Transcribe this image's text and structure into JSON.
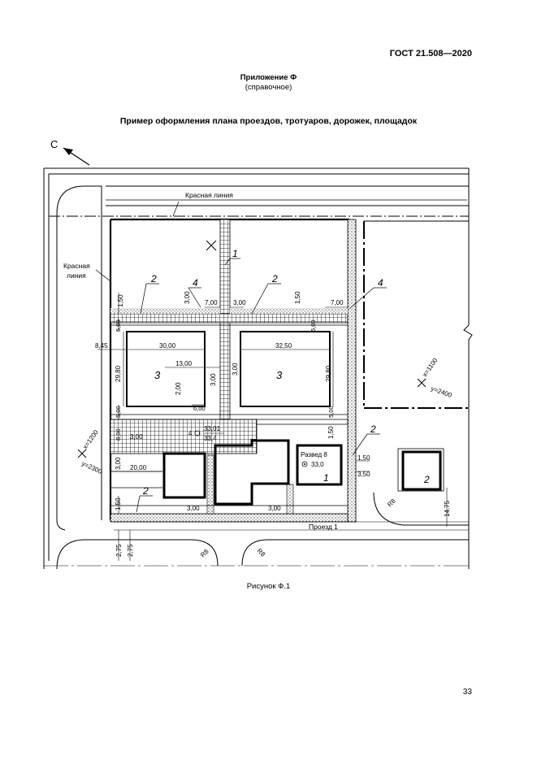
{
  "header": {
    "standard": "ГОСТ 21.508—2020"
  },
  "appendix": {
    "title": "Приложение Ф",
    "kind": "(справочное)"
  },
  "figure_title": "Пример оформления плана проездов, тротуаров, дорожек, площадок",
  "figure_caption": "Рисунок Ф.1",
  "page_number": "33",
  "plan": {
    "north_label": "С",
    "red_line": "Красная линия",
    "red_line_2": "Красная",
    "red_line_2b": "линия",
    "road": "Проезд 1",
    "dims": {
      "d150a": "1,50",
      "d300a": "3,00",
      "d700a": "7,00",
      "d300b": "3,00",
      "d150b": "1,50",
      "d700b": "7,00",
      "d500a": "5,00",
      "d500b": "5,00",
      "d845": "8,45",
      "d3000": "30,00",
      "d3250": "32,50",
      "d1300": "13,00",
      "d2980a": "29,80",
      "d2980b": "29,80",
      "d300c": "3,00",
      "d300d": "3,00",
      "d200": "2,00",
      "d600": "6,00",
      "d500c": "5,00",
      "d500d": "5,00",
      "d800": "8,00",
      "d300e": "3,00",
      "d300f": "3,00",
      "d2000": "20,00",
      "d150c": "1,50",
      "d350": "3,50",
      "d150d": "1,50",
      "d300g": "3,00",
      "d300h": "3,00",
      "d1475": "14,75",
      "d275a": "2,75",
      "d275b": "2,75",
      "r8a": "R8",
      "r8b": "R8",
      "r8c": "R8"
    },
    "elev1_top": "33,01",
    "elev1_bottom": "33,4",
    "elev1_num": "4",
    "well_name": "Развед 8",
    "well_elev": "33,0",
    "coord_x1100": "x=1100",
    "coord_y2400": "y=2400",
    "coord_x1200": "x=1200",
    "coord_y2300": "y=2300",
    "callouts": {
      "c1": "1",
      "c2": "2",
      "c2b": "2",
      "c4": "4",
      "c4b": "4",
      "c2c": "2",
      "c2d": "2",
      "c3a": "3",
      "c3b": "3",
      "c1b": "1",
      "c2e": "2"
    }
  }
}
